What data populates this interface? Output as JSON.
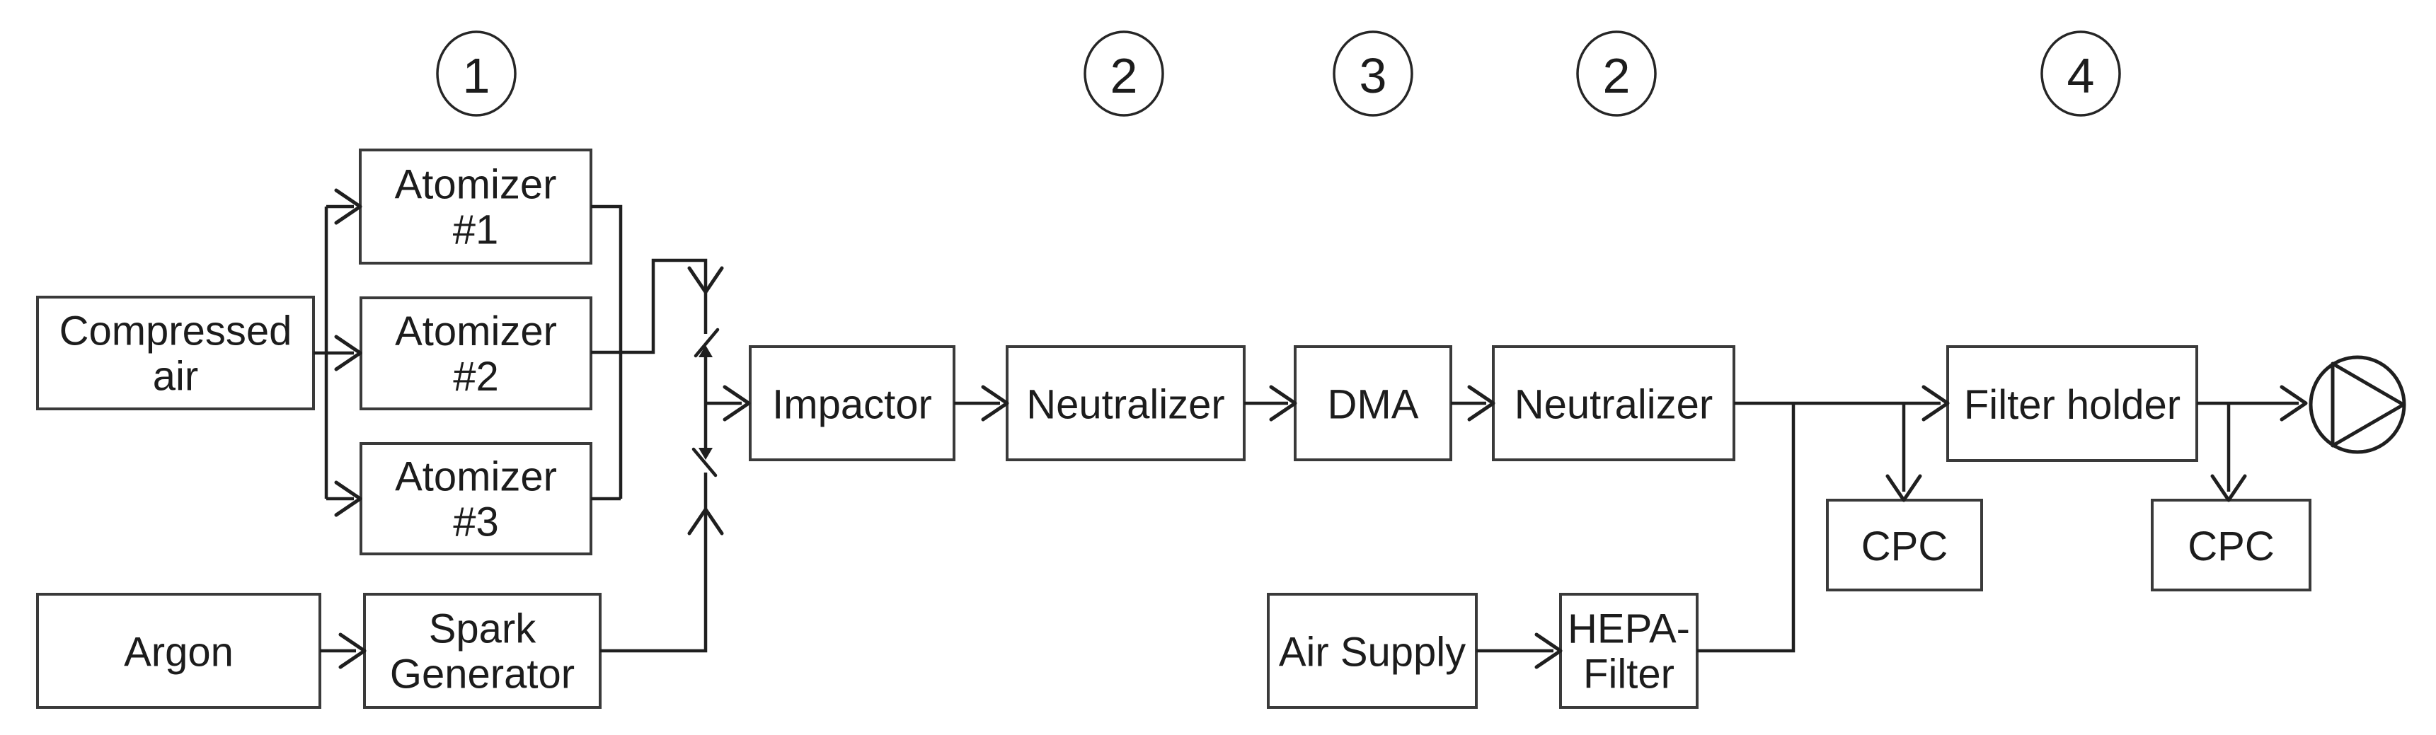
{
  "diagram": {
    "background_color": "#ffffff",
    "line_color": "#1f1f1f",
    "box_border_color": "#3a3a3a",
    "text_color": "#1c1c1c",
    "stage_markers": [
      "1",
      "2",
      "3",
      "2",
      "4"
    ],
    "nodes": [
      {
        "id": "compressed-air",
        "lines": [
          "Compressed",
          "air"
        ]
      },
      {
        "id": "atomizer-1",
        "lines": [
          "Atomizer",
          "#1"
        ]
      },
      {
        "id": "atomizer-2",
        "lines": [
          "Atomizer",
          "#2"
        ]
      },
      {
        "id": "atomizer-3",
        "lines": [
          "Atomizer",
          "#3"
        ]
      },
      {
        "id": "argon",
        "lines": [
          "Argon"
        ]
      },
      {
        "id": "spark-generator",
        "lines": [
          "Spark",
          "Generator"
        ]
      },
      {
        "id": "impactor",
        "lines": [
          "Impactor"
        ]
      },
      {
        "id": "neutralizer-1",
        "lines": [
          "Neutralizer"
        ]
      },
      {
        "id": "dma",
        "lines": [
          "DMA"
        ]
      },
      {
        "id": "neutralizer-2",
        "lines": [
          "Neutralizer"
        ]
      },
      {
        "id": "air-supply",
        "lines": [
          "Air Supply"
        ]
      },
      {
        "id": "hepa-filter",
        "lines": [
          "HEPA-",
          "Filter"
        ]
      },
      {
        "id": "cpc-1",
        "lines": [
          "CPC"
        ]
      },
      {
        "id": "filter-holder",
        "lines": [
          "Filter holder"
        ]
      },
      {
        "id": "cpc-2",
        "lines": [
          "CPC"
        ]
      }
    ]
  }
}
